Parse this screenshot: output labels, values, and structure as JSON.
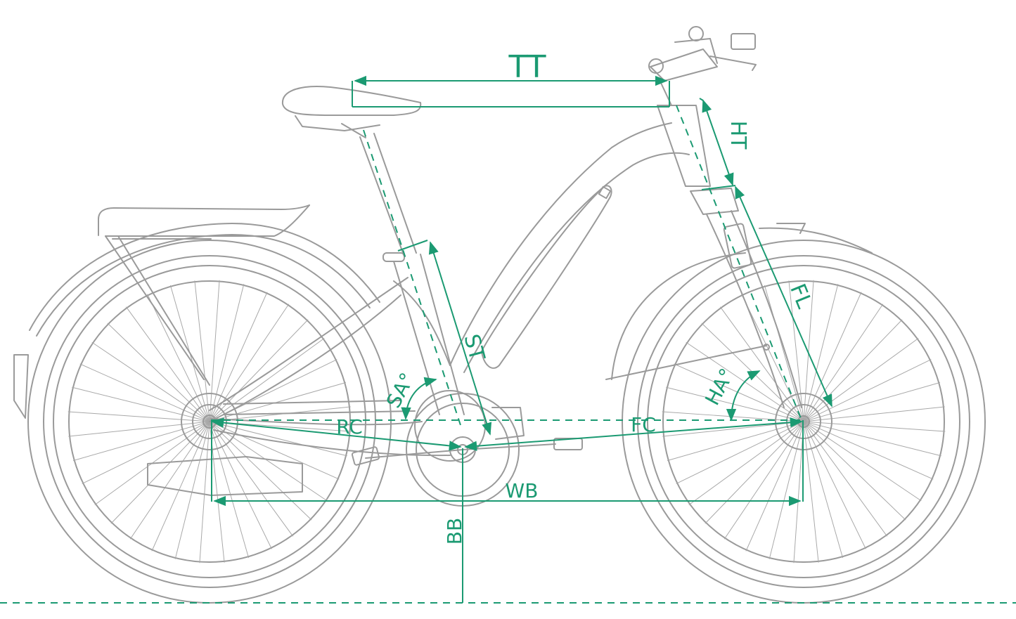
{
  "labels": {
    "tt": "TT",
    "ht": "HT",
    "st": "ST",
    "sa": "SA°",
    "ha": "HA°",
    "fl": "FL",
    "rc": "RC",
    "fc": "FC",
    "wb": "WB",
    "bb": "BB"
  },
  "colors": {
    "accent": "#1b9a72",
    "line_art": "#9a9a9a"
  }
}
